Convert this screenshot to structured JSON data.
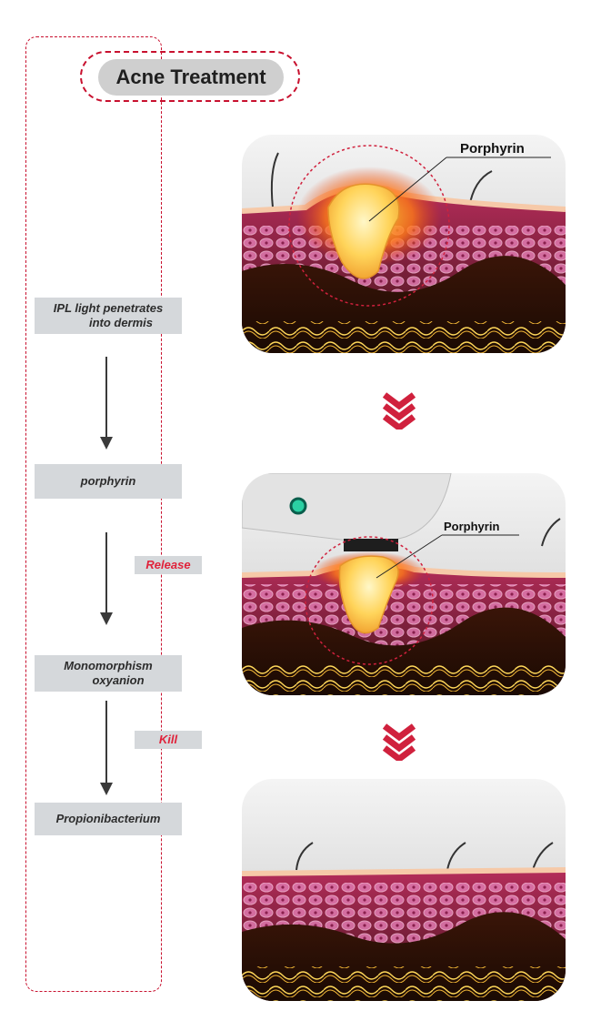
{
  "title": "Acne Treatment",
  "steps": [
    {
      "line1": "IPL light penetrates",
      "line2": "into dermis"
    },
    {
      "line1": "porphyrin",
      "line2": ""
    },
    {
      "line1": "Monomorphism",
      "line2": "oxyanion"
    },
    {
      "line1": "Propionibacterium",
      "line2": ""
    }
  ],
  "arrow_labels": {
    "release": "Release",
    "kill": "Kill"
  },
  "panels": {
    "p1_label": "Porphyrin",
    "p2_label": "Porphyrin"
  },
  "colors": {
    "accent_red": "#c8102e",
    "label_red": "#e0223a",
    "box_gray": "#d5d8db"
  }
}
